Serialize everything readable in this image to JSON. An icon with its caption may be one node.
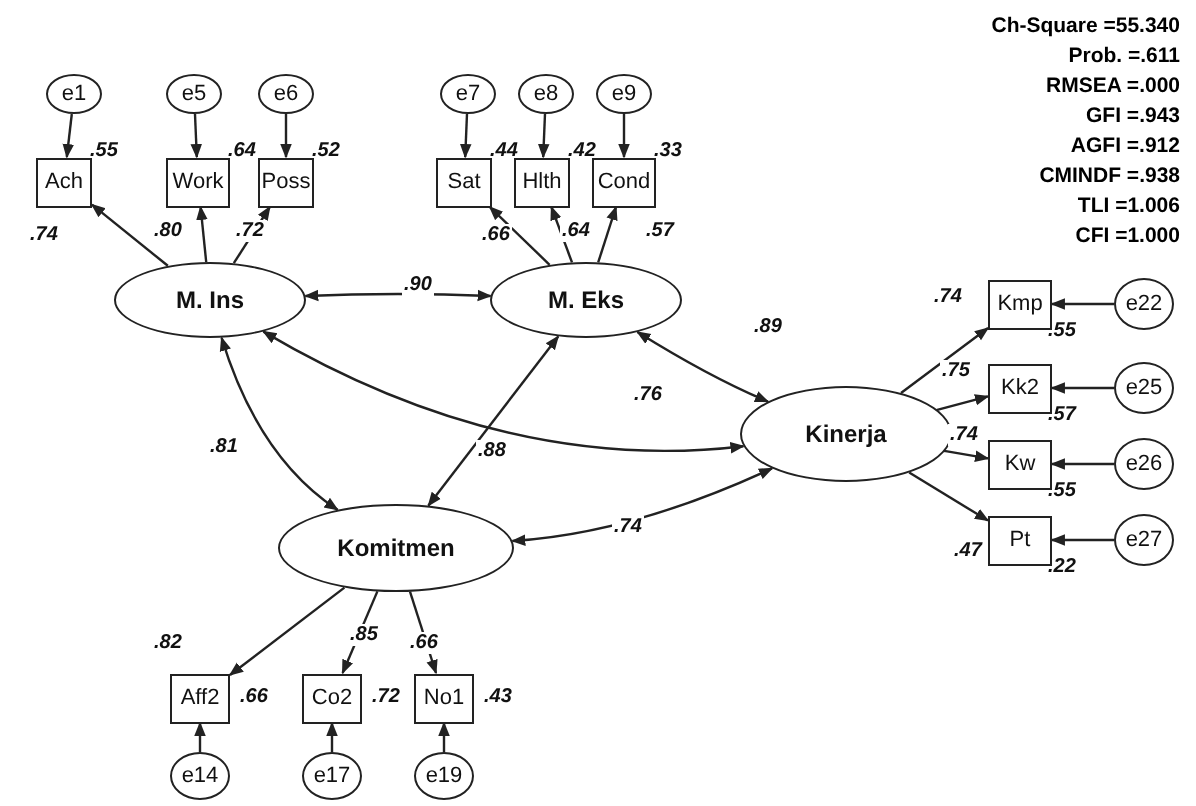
{
  "diagram": {
    "nodes": [
      {
        "text": [
          "M. Ins"
        ]
      },
      {
        "text": [
          "M. Eks"
        ]
      },
      {
        "text": [
          "Komitmen"
        ]
      },
      {
        "text": [
          "Kinerja"
        ]
      },
      {
        "text": [
          "Ach"
        ],
        "beside": [
          ".55"
        ]
      },
      {
        "text": [
          "Work"
        ],
        "beside": [
          ".64"
        ]
      },
      {
        "text": [
          "Poss"
        ],
        "beside": [
          ".52"
        ]
      },
      {
        "text": [
          "Sat"
        ],
        "beside": [
          ".44"
        ]
      },
      {
        "text": [
          "Hlth"
        ],
        "beside": [
          ".42"
        ]
      },
      {
        "text": [
          "Cond"
        ],
        "beside": [
          ".33"
        ]
      },
      {
        "text": [
          "Kmp"
        ],
        "beside": [
          ".55"
        ]
      },
      {
        "text": [
          "Kk2"
        ],
        "beside": [
          ".57"
        ]
      },
      {
        "text": [
          "Kw"
        ],
        "beside": [
          ".55"
        ]
      },
      {
        "text": [
          "Pt"
        ],
        "beside": [
          ".22"
        ]
      },
      {
        "text": [
          "Aff2"
        ],
        "beside": [
          ".66"
        ]
      },
      {
        "text": [
          "Co2"
        ],
        "beside": [
          ".72"
        ]
      },
      {
        "text": [
          "No1"
        ],
        "beside": [
          ".43"
        ]
      },
      {
        "text": [
          "e1"
        ]
      },
      {
        "text": [
          "e5"
        ]
      },
      {
        "text": [
          "e6"
        ]
      },
      {
        "text": [
          "e7"
        ]
      },
      {
        "text": [
          "e8"
        ]
      },
      {
        "text": [
          "e9"
        ]
      },
      {
        "text": [
          "e22"
        ]
      },
      {
        "text": [
          "e25"
        ]
      },
      {
        "text": [
          "e26"
        ]
      },
      {
        "text": [
          "e27"
        ]
      },
      {
        "text": [
          "e14"
        ]
      },
      {
        "text": [
          "e17"
        ]
      },
      {
        "text": [
          "e19"
        ]
      }
    ],
    "edges": [
      {
        "from": 17,
        "to": 4,
        "arrow": "to"
      },
      {
        "from": 18,
        "to": 5,
        "arrow": "to"
      },
      {
        "from": 19,
        "to": 6,
        "arrow": "to"
      },
      {
        "from": 20,
        "to": 7,
        "arrow": "to"
      },
      {
        "from": 21,
        "to": 8,
        "arrow": "to"
      },
      {
        "from": 22,
        "to": 9,
        "arrow": "to"
      },
      {
        "from": 0,
        "to": 4,
        "arrow": "to",
        "label": ".74"
      },
      {
        "from": 0,
        "to": 5,
        "arrow": "to",
        "label": ".80"
      },
      {
        "from": 0,
        "to": 6,
        "arrow": "to",
        "label": ".72"
      },
      {
        "from": 1,
        "to": 7,
        "arrow": "to",
        "label": ".66"
      },
      {
        "from": 1,
        "to": 8,
        "arrow": "to",
        "label": ".64"
      },
      {
        "from": 1,
        "to": 9,
        "arrow": "to",
        "label": ".57"
      },
      {
        "from": 0,
        "to": 1,
        "arrow": "both",
        "label": ".90"
      },
      {
        "from": 1,
        "to": 3,
        "arrow": "both",
        "label": ".89"
      },
      {
        "from": 0,
        "to": 3,
        "arrow": "both",
        "label": ".76"
      },
      {
        "from": 0,
        "to": 2,
        "arrow": "both",
        "label": ".81"
      },
      {
        "from": 1,
        "to": 2,
        "arrow": "both",
        "label": ".88"
      },
      {
        "from": 2,
        "to": 3,
        "arrow": "both",
        "label": ".74"
      },
      {
        "from": 3,
        "to": 10,
        "arrow": "to",
        "label": ".74"
      },
      {
        "from": 3,
        "to": 11,
        "arrow": "to",
        "label": ".75"
      },
      {
        "from": 3,
        "to": 12,
        "arrow": "to",
        "label": ".74"
      },
      {
        "from": 3,
        "to": 13,
        "arrow": "to",
        "label": ".47"
      },
      {
        "from": 23,
        "to": 10,
        "arrow": "to"
      },
      {
        "from": 24,
        "to": 11,
        "arrow": "to"
      },
      {
        "from": 25,
        "to": 12,
        "arrow": "to"
      },
      {
        "from": 26,
        "to": 13,
        "arrow": "to"
      },
      {
        "from": 2,
        "to": 14,
        "arrow": "to",
        "label": ".82"
      },
      {
        "from": 2,
        "to": 15,
        "arrow": "to",
        "label": ".85"
      },
      {
        "from": 2,
        "to": 16,
        "arrow": "to",
        "label": ".66"
      },
      {
        "from": 27,
        "to": 14,
        "arrow": "to"
      },
      {
        "from": 28,
        "to": 15,
        "arrow": "to"
      },
      {
        "from": 29,
        "to": 16,
        "arrow": "to"
      }
    ],
    "labels": [
      "Ch-Square =55.340",
      "Prob. =.611",
      "RMSEA =.000",
      "GFI =.943",
      "AGFI =.912",
      "CMINDF =.938",
      "TLI =1.006",
      "CFI =1.000"
    ]
  }
}
